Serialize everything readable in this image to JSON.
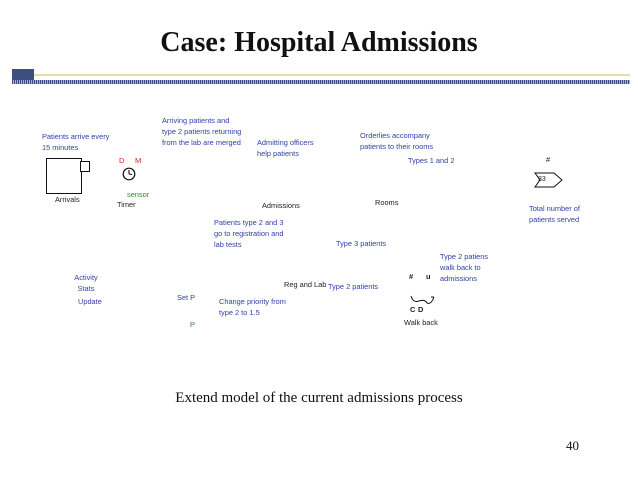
{
  "title": "Case: Hospital Admissions",
  "colors": {
    "note_text": "#2f3fa8",
    "rule_dark": "#3d4f7d",
    "rule_light": "#e6dcae",
    "marker_red": "#cc2a20",
    "sensor_green": "#2d8a2a"
  },
  "notes": {
    "patients_arrive": "Patients arrive every 15 minutes",
    "arriving_type2": "Arriving patients and type 2 patients returning from the lab are merged",
    "admitting_officers": "Admitting officers help patients",
    "orderlies": "Orderlies accompany patients to their rooms",
    "types_1_2": "Types 1 and 2",
    "total_served": "Total number of patients served",
    "type_2_3": "Patients type 2 and 3 go to registration and lab tests",
    "type_3": "Type 3 patients",
    "type_2_walk_back": "Type 2 patiens walk back to admissions",
    "type_2_patients": "Type 2 patients",
    "change_priority": "Change priority from type 2 to 1.5"
  },
  "blocks": {
    "arrivals": "Arrivals",
    "timer": "Timer",
    "timer_d": "D",
    "timer_m": "M",
    "sensor": "sensor",
    "admissions": "Admissions",
    "rooms": "Rooms",
    "exit_hash": "#",
    "exit_count": "33",
    "activity_stats": "Activity Stats",
    "update": "Update",
    "set_p": "Set P",
    "p_label": "P",
    "reg_and_lab": "Reg and Lab",
    "walk_back": "Walk back",
    "walk_hash": "#",
    "walk_u": "u",
    "walk_c": "C",
    "walk_d": "D"
  },
  "caption": "Extend model of the current admissions process",
  "page_number": "40"
}
